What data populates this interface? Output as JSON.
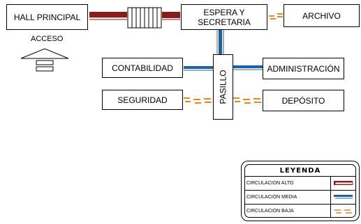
{
  "rooms": {
    "hall": "HALL PRINCIPAL",
    "espera": "ESPERA Y SECRETARIA",
    "archivo": "ARCHIVO",
    "contabilidad": "CONTABILIDAD",
    "administracion": "ADMINISTRACIÓN",
    "seguridad": "SEGURIDAD",
    "deposito": "DEPÓSITO",
    "pasillo": "PASILLO"
  },
  "acceso": "ACCESO",
  "legend": {
    "title": "LEYENDA",
    "items": [
      {
        "label": "CIRCULACION ALTO",
        "level": "alto"
      },
      {
        "label": "CIRCULACION MEDIA",
        "level": "media"
      },
      {
        "label": "CIRCULACION BAJA",
        "level": "baja"
      }
    ]
  },
  "colors": {
    "alto": "#8b1a1a",
    "media": "#1f5fa8",
    "baja": "#e08a1e"
  }
}
